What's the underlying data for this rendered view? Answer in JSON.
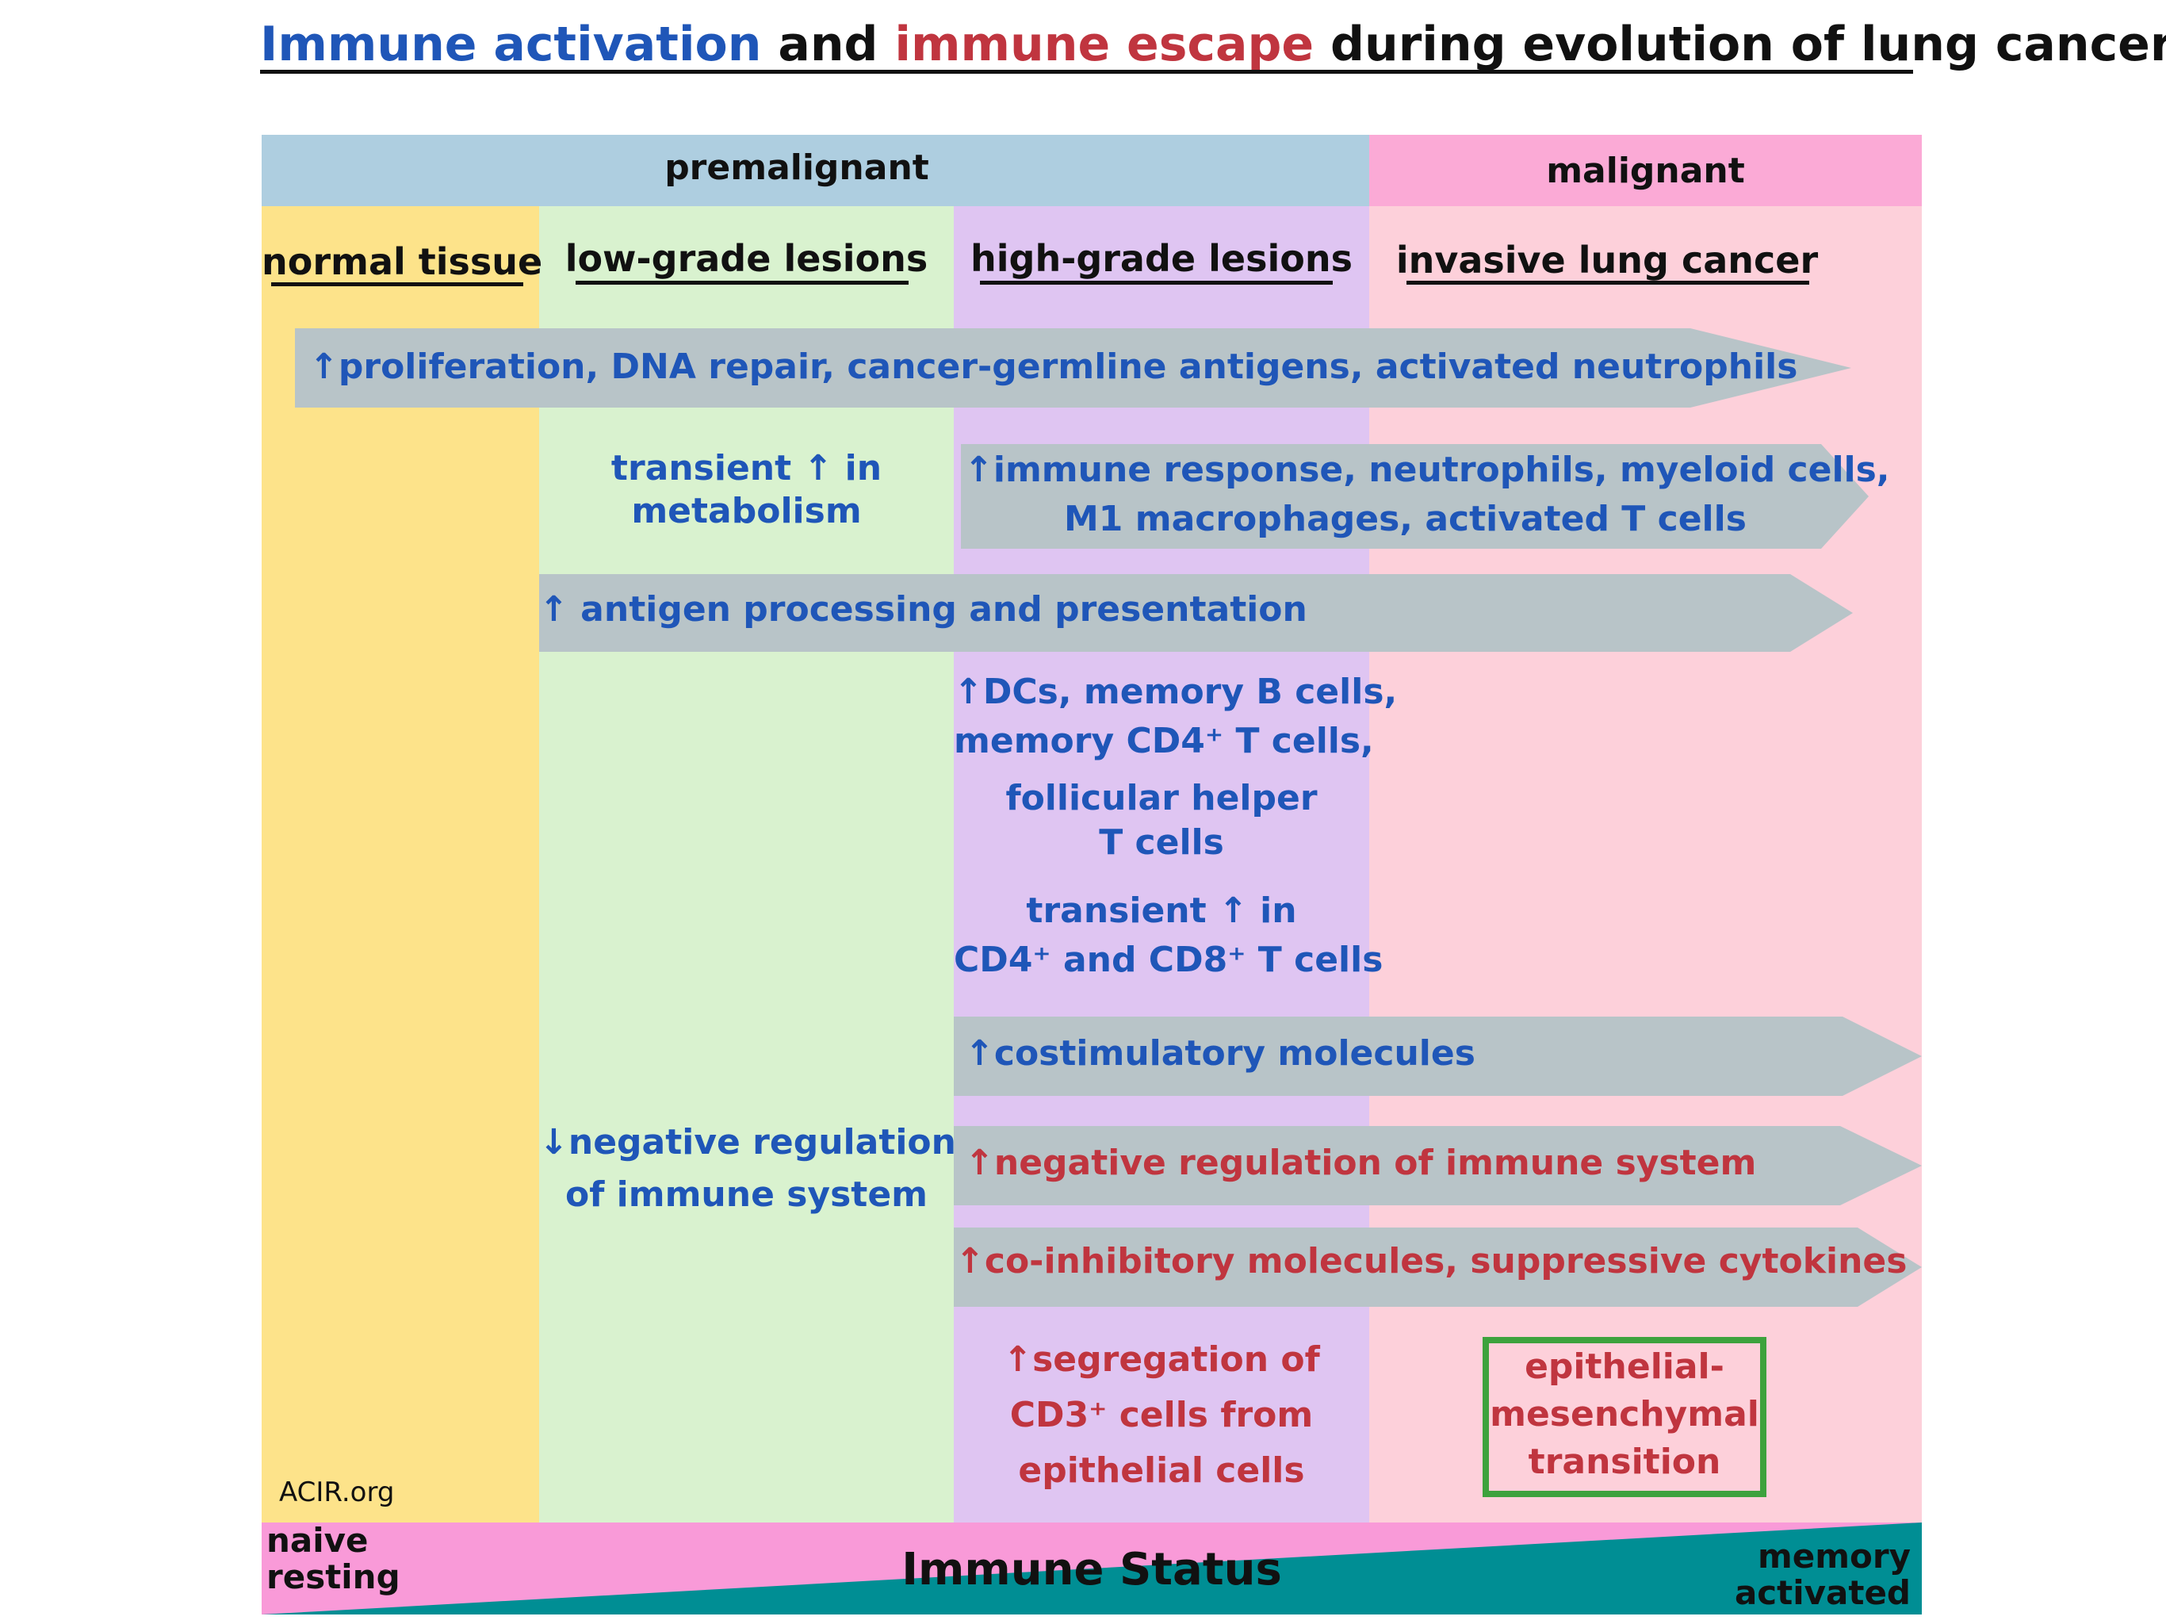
{
  "title": {
    "part1": "Immune activation",
    "part2": " and ",
    "part3": "immune escape",
    "part4": " during evolution of lung cancer"
  },
  "stages": {
    "premalignant": "premalignant",
    "malignant": "malignant"
  },
  "columns": [
    "normal tissue",
    "low-grade lesions",
    "high-grade lesions",
    "invasive lung cancer"
  ],
  "arrows": {
    "proliferation": "↑proliferation, DNA repair, cancer-germline antigens, activated neutrophils",
    "immune_response_line1": "↑immune response, neutrophils, myeloid cells,",
    "immune_response_line2": "M1 macrophages, activated T cells",
    "antigen": "↑ antigen processing and presentation",
    "costimulatory": "↑costimulatory molecules",
    "negative_up": "↑negative regulation of immune system",
    "coinhibitory": "↑co-inhibitory molecules, suppressive cytokines"
  },
  "texts": {
    "metabolism_line1": "transient ↑ in",
    "metabolism_line2": "metabolism",
    "dcs_line1": "↑DCs, memory B cells,",
    "dcs_line2": "memory CD4⁺ T cells,",
    "dcs_line3": "follicular helper",
    "dcs_line4": "T cells",
    "cd_line1": "transient ↑ in",
    "cd_line2": "CD4⁺ and CD8⁺ T cells",
    "neg_down_line1": "↓negative regulation",
    "neg_down_line2": "of immune system",
    "seg_line1": "↑segregation of",
    "seg_line2": "CD3⁺ cells from",
    "seg_line3": "epithelial cells",
    "emt_line1": "epithelial-",
    "emt_line2": "mesenchymal",
    "emt_line3": "transition"
  },
  "immune_status": {
    "label": "Immune Status",
    "left_line1": "naive",
    "left_line2": "resting",
    "right_line1": "memory",
    "right_line2": "activated"
  },
  "credit": "ACIR.org",
  "colors": {
    "normal": "#fde38a",
    "low_grade": "#d9f2cf",
    "high_grade": "#dfc5f2",
    "invasive": "#fdd0da",
    "premalignant_band": "#aecee0",
    "malignant_band": "#fbaad6",
    "arrow": "#b8c4c8",
    "blue_text": "#1f56b8",
    "red_text": "#c0353f",
    "status_pink": "#f99ad8",
    "status_teal": "#008e94",
    "emt_border": "#3da23d"
  }
}
